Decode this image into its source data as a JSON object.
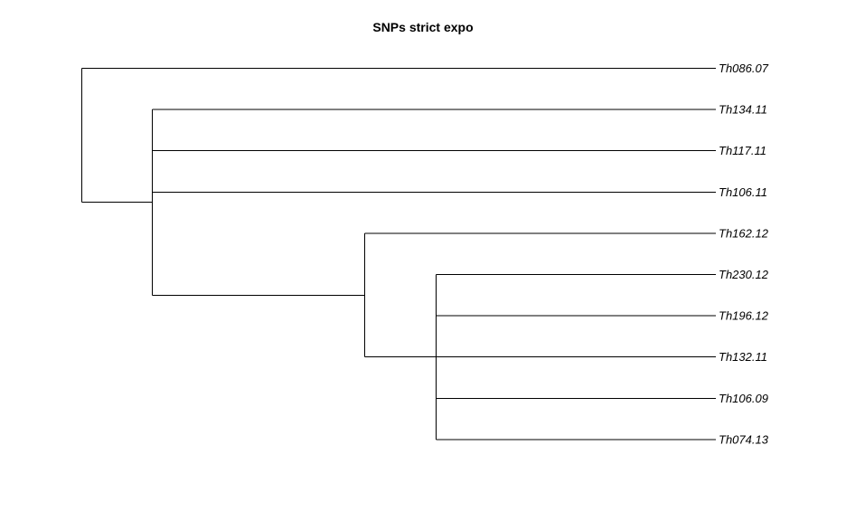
{
  "title": "SNPs strict expo",
  "colors": {
    "background": "#ffffff",
    "branch": "#000000",
    "text": "#000000"
  },
  "tips": [
    {
      "id": "t1",
      "label": "Th086.07"
    },
    {
      "id": "t2",
      "label": "Th134.11"
    },
    {
      "id": "t3",
      "label": "Th117.11"
    },
    {
      "id": "t4",
      "label": "Th106.11"
    },
    {
      "id": "t5",
      "label": "Th162.12"
    },
    {
      "id": "t6",
      "label": "Th230.12"
    },
    {
      "id": "t7",
      "label": "Th196.12"
    },
    {
      "id": "t8",
      "label": "Th132.11"
    },
    {
      "id": "t9",
      "label": "Th106.09"
    },
    {
      "id": "t10",
      "label": "Th074.13"
    }
  ],
  "tree": {
    "id": "root",
    "children": [
      {
        "tip": "t1"
      },
      {
        "id": "n1",
        "children": [
          {
            "tip": "t2"
          },
          {
            "tip": "t3"
          },
          {
            "tip": "t4"
          },
          {
            "id": "n2",
            "children": [
              {
                "tip": "t5"
              },
              {
                "id": "n3",
                "children": [
                  {
                    "tip": "t6"
                  },
                  {
                    "tip": "t7"
                  },
                  {
                    "tip": "t8"
                  },
                  {
                    "tip": "t9"
                  },
                  {
                    "tip": "t10"
                  }
                ]
              }
            ]
          }
        ]
      }
    ]
  }
}
